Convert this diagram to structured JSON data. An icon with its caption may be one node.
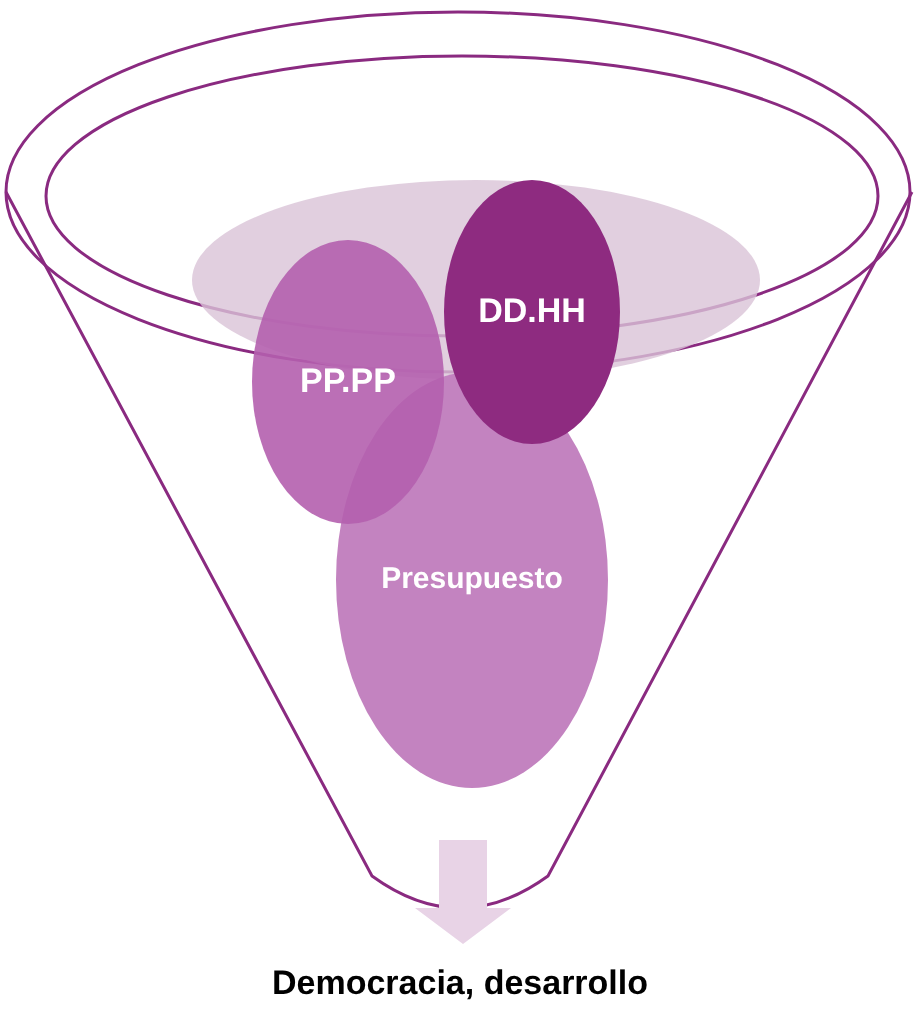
{
  "diagram": {
    "nodes": [
      {
        "text": [],
        "shape": "funnel"
      },
      {
        "text": [
          "Presupuesto"
        ],
        "in": 0
      },
      {
        "text": [
          "PP.PP"
        ],
        "in": 0
      },
      {
        "text": [
          "DD.HH"
        ],
        "in": 0
      },
      {
        "text": [
          "Democracia, desarrollo"
        ]
      }
    ],
    "edges": [
      {
        "from": 0,
        "to": 4,
        "arrow": "to",
        "style": "thick"
      }
    ]
  }
}
